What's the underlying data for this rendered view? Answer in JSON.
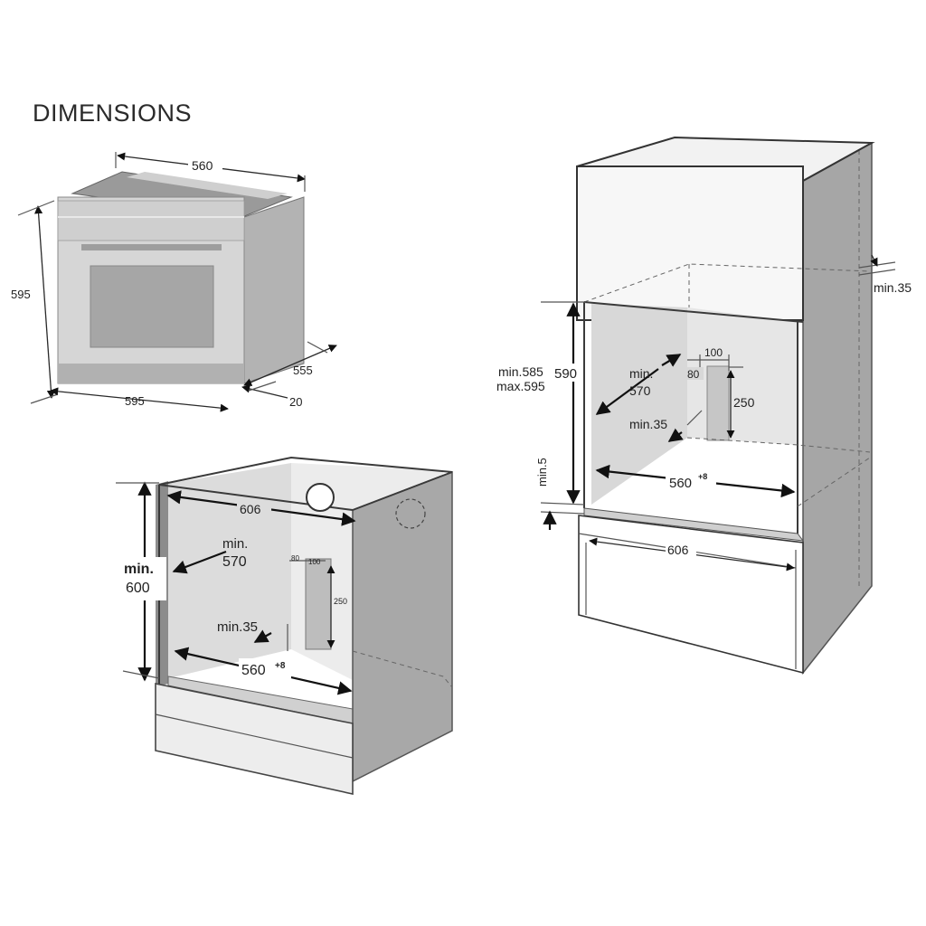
{
  "title": "DIMENSIONS",
  "oven": {
    "width_top": "560",
    "height": "595",
    "width_front": "595",
    "depth": "555",
    "door": "20"
  },
  "under_counter": {
    "width_inner": "606",
    "height_label_1": "min.",
    "height_label_2": "600",
    "depth_label_1": "min.",
    "depth_label_2": "570",
    "vent_w1": "80",
    "vent_w2": "100",
    "vent_h": "250",
    "gap": "min.35",
    "width_bottom": "560",
    "width_bottom_sup": "+8"
  },
  "tall_unit": {
    "top_gap": "min.35",
    "height_range_1": "min.585",
    "height_range_2": "max.595",
    "height": "590",
    "depth_label_1": "min.",
    "depth_label_2": "570",
    "vent_w2": "100",
    "vent_w1": "80",
    "vent_h": "250",
    "gap": "min.35",
    "bottom_gap": "min.5",
    "width_bottom": "560",
    "width_bottom_sup": "+8",
    "width_outer": "606"
  }
}
